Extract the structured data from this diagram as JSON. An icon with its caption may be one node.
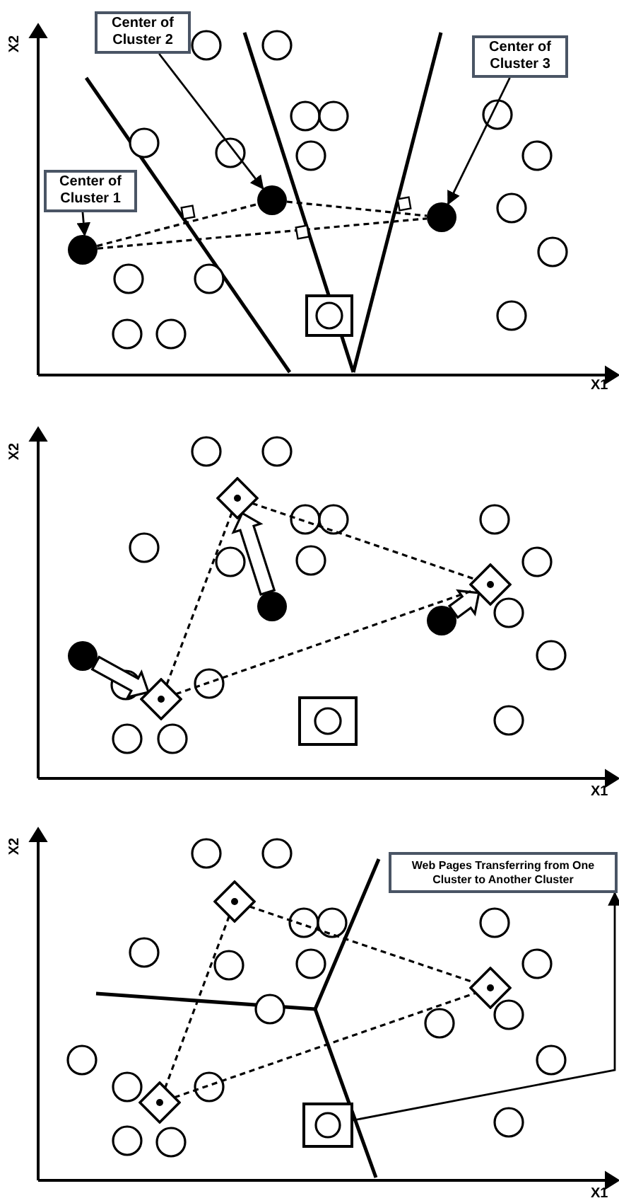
{
  "diagram": {
    "nodes": [
      {
        "text": [
          "Center of Cluster 2"
        ]
      },
      {
        "text": [
          "Center of Cluster 3"
        ]
      },
      {
        "text": [
          "Center of Cluster 1"
        ]
      },
      {
        "text": [],
        "shape": "circle"
      },
      {
        "text": [],
        "shape": "circle"
      },
      {
        "text": [],
        "shape": "circle"
      },
      {
        "text": [],
        "shape": "circle"
      },
      {
        "text": [],
        "shape": "circle"
      },
      {
        "text": [],
        "shape": "circle"
      },
      {
        "text": [],
        "shape": "diamond"
      },
      {
        "text": [],
        "shape": "diamond"
      },
      {
        "text": [],
        "shape": "diamond"
      },
      {
        "text": [
          "Web Pages Transferring from One Cluster to Another Cluster"
        ]
      },
      {
        "text": [],
        "shape": "diamond"
      },
      {
        "text": [],
        "shape": "diamond"
      },
      {
        "text": [],
        "shape": "diamond"
      },
      {
        "text": [],
        "shape": "box"
      }
    ],
    "edges": [
      {
        "from": 2,
        "to": 3,
        "arrow": "to"
      },
      {
        "from": 0,
        "to": 4,
        "arrow": "to"
      },
      {
        "from": 1,
        "to": 5,
        "arrow": "to"
      },
      {
        "from": 3,
        "to": 4,
        "arrow": "none",
        "style": "dashed"
      },
      {
        "from": 3,
        "to": 5,
        "arrow": "none",
        "style": "dashed"
      },
      {
        "from": 4,
        "to": 5,
        "arrow": "none",
        "style": "dashed"
      },
      {
        "from": 6,
        "to": 11,
        "arrow": "to",
        "style": "thick"
      },
      {
        "from": 7,
        "to": 9,
        "arrow": "to",
        "style": "thick"
      },
      {
        "from": 8,
        "to": 10,
        "arrow": "to",
        "style": "thick"
      },
      {
        "from": 9,
        "to": 10,
        "arrow": "none",
        "style": "dashed"
      },
      {
        "from": 9,
        "to": 11,
        "arrow": "none",
        "style": "dashed"
      },
      {
        "from": 11,
        "to": 10,
        "arrow": "none",
        "style": "dashed"
      },
      {
        "from": 13,
        "to": 14,
        "arrow": "none",
        "style": "dashed"
      },
      {
        "from": 13,
        "to": 15,
        "arrow": "none",
        "style": "dashed"
      },
      {
        "from": 15,
        "to": 14,
        "arrow": "none",
        "style": "dashed"
      },
      {
        "from": 16,
        "to": 12,
        "arrow": "to"
      }
    ],
    "labels": [
      "X2",
      "X1",
      "X2",
      "X1",
      "X2",
      "X1"
    ]
  }
}
